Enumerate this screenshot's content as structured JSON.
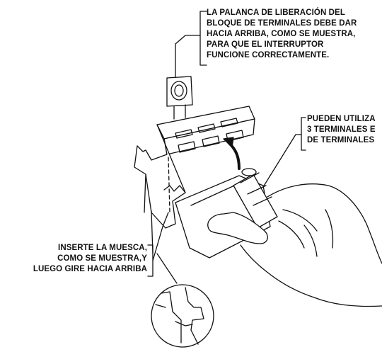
{
  "callouts": {
    "release_lever": {
      "lines": [
        "LA PALANCA DE LIBERACIÓN DEL",
        "BLOQUE DE TERMINALES DEBE DAR",
        "HACIA ARRIBA, COMO SE MUESTRA,",
        "PARA QUE EL INTERRUPTOR",
        "FUNCIONE CORRECTAMENTE."
      ]
    },
    "terminals": {
      "lines": [
        "PUEDEN UTILIZA",
        "3 TERMINALES E",
        "DE TERMINALES"
      ]
    },
    "notch": {
      "lines": [
        "INSERTE LA MUESCA,",
        "COMO SE MUESTRA,Y",
        "LUEGO GIRE HACIA ARRIBA"
      ]
    }
  },
  "colors": {
    "ink": "#111111",
    "background": "#ffffff"
  }
}
